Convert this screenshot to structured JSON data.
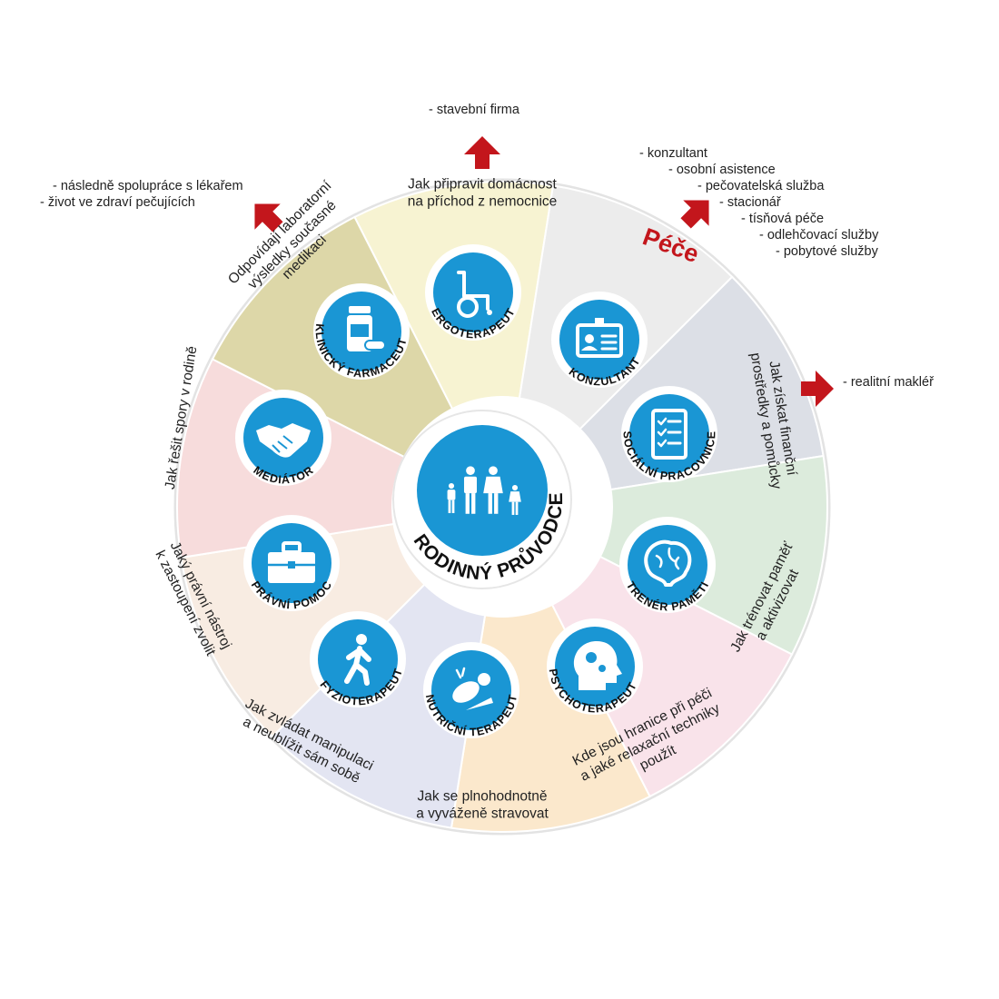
{
  "colors": {
    "icon_blue": "#1a96d4",
    "icon_ring": "#ffffff",
    "arrow_red": "#c3161c",
    "wheel_border": "#e3e3e3"
  },
  "center": {
    "title": "RODINNÝ PRŮVODCE",
    "icon": "family-icon"
  },
  "segments": [
    {
      "id": "ergoterapeut",
      "fill": "#f7f3d2",
      "role": "ERGOTERAPEUT",
      "icon": "wheelchair-icon",
      "question": [
        "Jak připravit domácnost",
        "na příchod z nemocnice"
      ]
    },
    {
      "id": "konzultant",
      "fill": "#ececec",
      "role": "KONZULTANT",
      "icon": "id-card-icon",
      "question": [],
      "label": "Péče"
    },
    {
      "id": "socialni-pracovnice",
      "fill": "#dcdfe6",
      "role": "SOCIÁLNÍ PRACOVNICE",
      "icon": "checklist-icon",
      "question": [
        "Jak získat finanční",
        "prostředky a pomůcky"
      ]
    },
    {
      "id": "trener-pameti",
      "fill": "#dcebdc",
      "role": "TRENÉR PAMĚTI",
      "icon": "brain-icon",
      "question": [
        "Jak trénovat paměť",
        "a aktivizovat"
      ]
    },
    {
      "id": "psychoterapeut",
      "fill": "#f9e3ea",
      "role": "PSYCHOTERAPEUT",
      "icon": "head-gears-icon",
      "question": [
        "Kde jsou hranice při péči",
        "a jaké relaxační techniky",
        "použít"
      ]
    },
    {
      "id": "nutricni-terapeut",
      "fill": "#fbe8cc",
      "role": "NUTRIČNÍ TERAPEUT",
      "icon": "food-icon",
      "question": [
        "Jak se plnohodnotně",
        "a vyváženě stravovat"
      ]
    },
    {
      "id": "fyzioterapeut",
      "fill": "#e3e5f2",
      "role": "FYZIOTERAPEUT",
      "icon": "walking-person-icon",
      "question": [
        "Jak zvládat manipulaci",
        "a neublížit sám sobě"
      ]
    },
    {
      "id": "pravni-pomoc",
      "fill": "#f8ece2",
      "role": "PRÁVNÍ POMOC",
      "icon": "briefcase-icon",
      "question": [
        "Jaký právní nástroj",
        "k zastoupení zvolit"
      ]
    },
    {
      "id": "mediator",
      "fill": "#f7dcdc",
      "role": "MEDIÁTOR",
      "icon": "handshake-icon",
      "question": [
        "Jak řešit spory v rodině"
      ]
    },
    {
      "id": "klinicky-farmaceut",
      "fill": "#ddd7a8",
      "role": "KLINICKÝ FARMACEUT",
      "icon": "medicine-bottle-icon",
      "question": [
        "Odpovídají laboratorní",
        "výsledky současné",
        "medikaci"
      ]
    }
  ],
  "external": {
    "stavebni": [
      "- stavební firma"
    ],
    "lekar": [
      "- následně spolupráce s lékařem",
      "- život ve zdraví pečujících"
    ],
    "pece": [
      "- konzultant",
      "- osobní asistence",
      "- pečovatelská služba",
      "- stacionář",
      "- tísňová péče",
      "- odlehčovací služby",
      "- pobytové služby"
    ],
    "realitni": [
      "- realitní makléř"
    ]
  },
  "arrows": [
    "arrow-stavebni",
    "arrow-lekar",
    "arrow-pece",
    "arrow-realitni"
  ]
}
